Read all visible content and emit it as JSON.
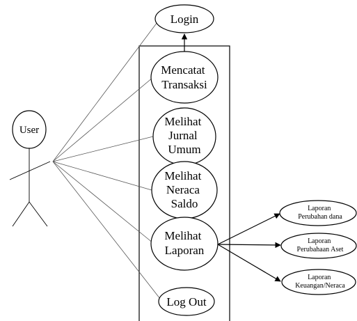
{
  "actor": {
    "label": "User"
  },
  "use_cases": {
    "login": "Login",
    "mencatat_transaksi": [
      "Mencatat",
      "Transaksi"
    ],
    "melihat_jurnal_umum": [
      "Melihat",
      "Jurnal",
      "Umum"
    ],
    "melihat_neraca_saldo": [
      "Melihat",
      "Neraca",
      "Saldo"
    ],
    "melihat_laporan": [
      "Melihat",
      "Laporan"
    ],
    "log_out": "Log Out"
  },
  "sub_reports": {
    "perubahan_dana": [
      "Laporan",
      "Perubahan dana"
    ],
    "perubahan_aset": [
      "Laporan",
      "Perubahaan Aset"
    ],
    "keuangan_neraca": [
      "Laporan",
      "Keuangan/Neraca"
    ]
  }
}
